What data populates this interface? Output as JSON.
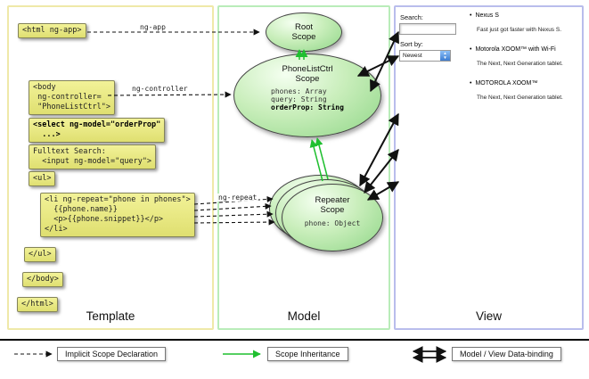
{
  "colors": {
    "code_bg": "#e9e97e",
    "template_border": "#efe9a8",
    "model_border": "#b9ecb9",
    "view_border": "#b9bdec",
    "inheritance_green": "#1fbf2f"
  },
  "template": {
    "label": "Template",
    "code": {
      "html_open": "<html ng-app>",
      "body_open": "<body\n ng-controller=\n \"PhoneListCtrl\">",
      "select": "<select ng-model=\"orderProp\"\n  ...>",
      "fulltext": "Fulltext Search:\n  <input ng-model=\"query\">",
      "ul_open": "<ul>",
      "li_repeat": "<li ng-repeat=\"phone in phones\">\n  {{phone.name}}\n  <p>{{phone.snippet}}</p>\n</li>",
      "ul_close": "</ul>",
      "body_close": "</body>",
      "html_close": "</html>"
    }
  },
  "model": {
    "label": "Model",
    "root_scope": {
      "title": "Root\nScope"
    },
    "phonelist_scope": {
      "title": "PhoneListCtrl\nScope",
      "props": "phones: Array\nquery: String",
      "bold_prop": "orderProp: String"
    },
    "repeater_scope": {
      "title": "Repeater\nScope",
      "prop": "phone: Object"
    }
  },
  "view": {
    "label": "View",
    "search_label": "Search:",
    "sort_label": "Sort by:",
    "sort_value": "Newest",
    "items": [
      {
        "name": "Nexus S",
        "desc": "Fast just got faster with Nexus S."
      },
      {
        "name": "Motorola XOOM™ with Wi-Fi",
        "desc": "The Next, Next Generation tablet."
      },
      {
        "name": "MOTOROLA XOOM™",
        "desc": "The Next, Next Generation tablet."
      }
    ]
  },
  "arrows": {
    "ng_app": "ng-app",
    "ng_controller": "ng-controller",
    "ng_repeat": "ng-repeat"
  },
  "legend": {
    "implicit": "Implicit Scope Declaration",
    "inheritance": "Scope Inheritance",
    "binding": "Model / View Data-binding"
  }
}
